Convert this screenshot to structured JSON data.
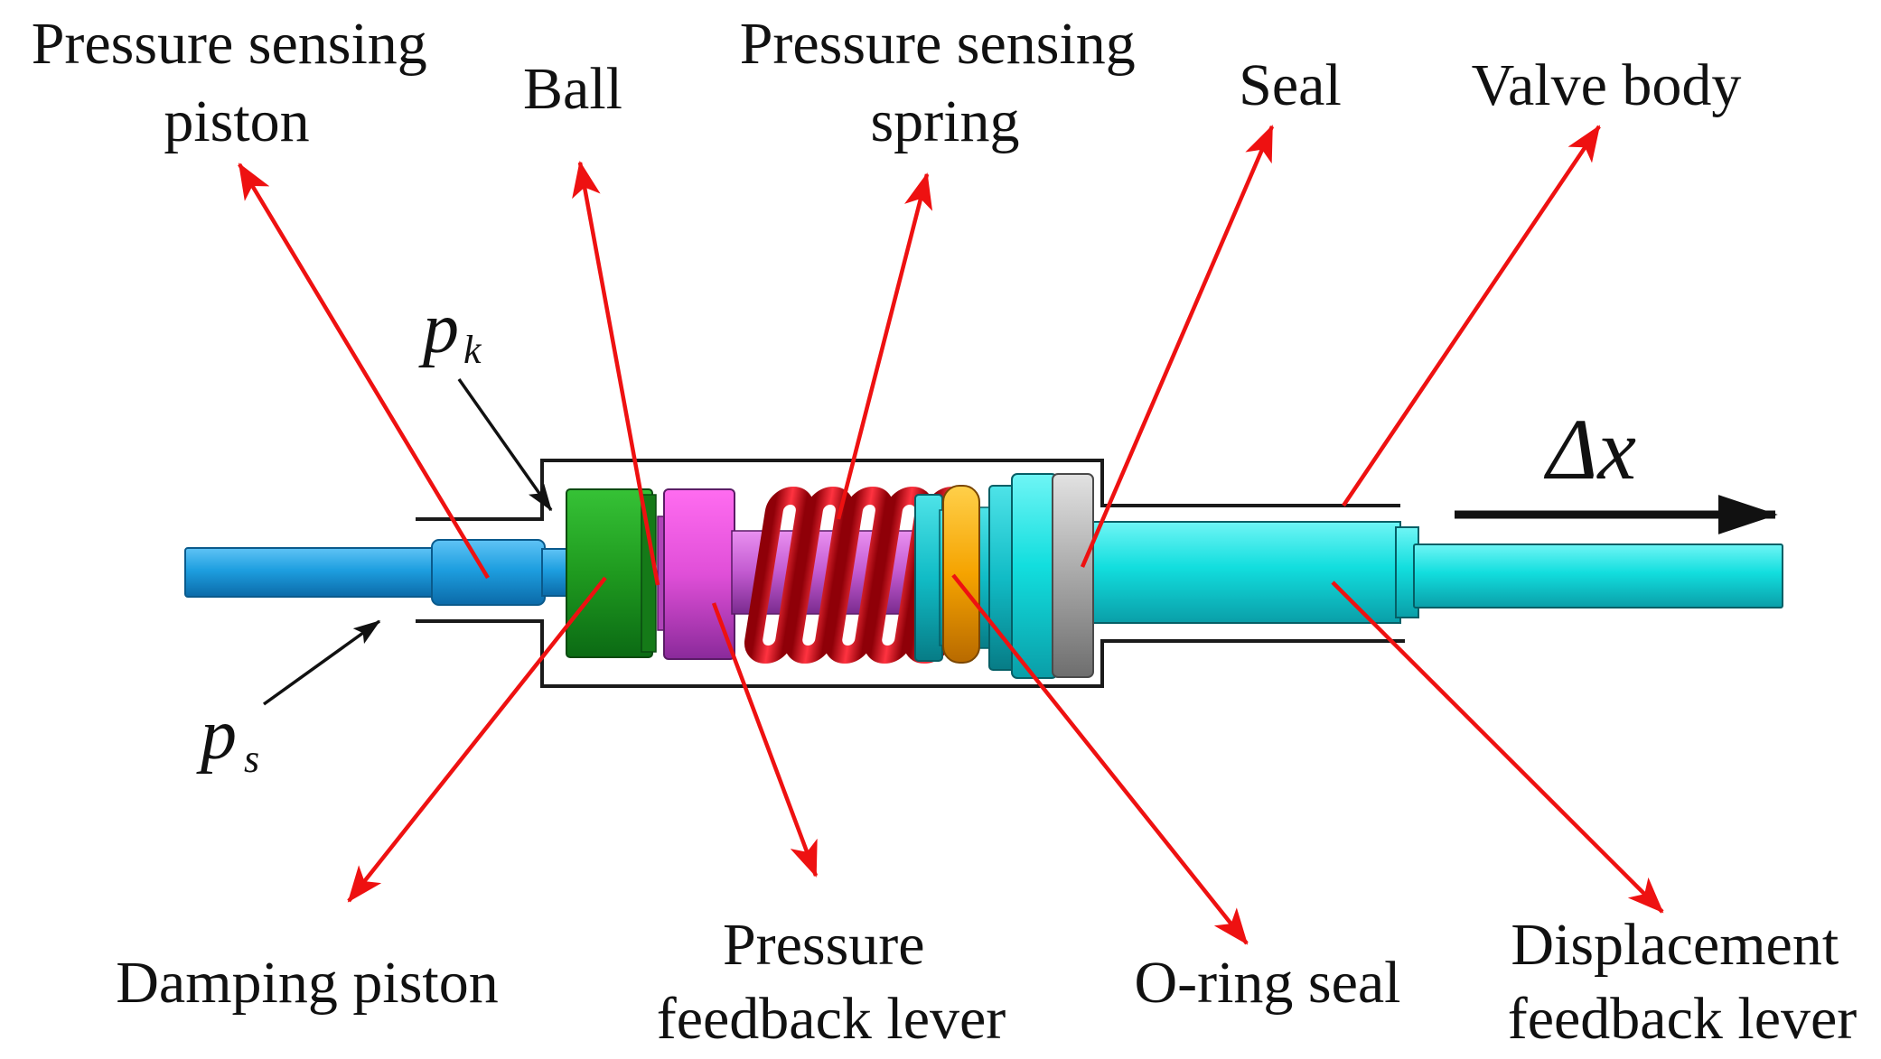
{
  "labels": {
    "pressure_sensing_piston": [
      "Pressure sensing",
      "piston"
    ],
    "ball": "Ball",
    "pressure_sensing_spring": [
      "Pressure sensing",
      "spring"
    ],
    "seal": "Seal",
    "valve_body": "Valve body",
    "damping_piston": "Damping piston",
    "pressure_feedback_lever": [
      "Pressure",
      "feedback lever"
    ],
    "o_ring_seal": "O-ring seal",
    "displacement_feedback_lever": [
      "Displacement",
      "feedback lever"
    ]
  },
  "symbols": {
    "pk_main": "p",
    "pk_sub": "k",
    "ps_main": "p",
    "ps_sub": "s",
    "delta_x": "Δx"
  },
  "colors": {
    "callout_arrow": "#ee1111",
    "rod": "#1e9fe0",
    "damping_piston": "#1f9a1f",
    "pressure_feedback_lever": "#e04fd8",
    "spring": "#e8121e",
    "o_ring": "#f5a300",
    "valve_spool": "#12dede",
    "seal": "#a8a8a8"
  },
  "icons": {
    "motion_arrow": "arrow-right-icon",
    "pressure_arrow": "arrow-icon"
  }
}
